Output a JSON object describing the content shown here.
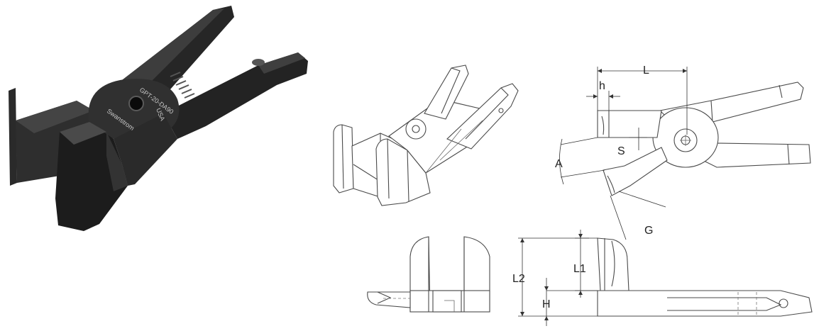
{
  "photo": {
    "engraving": {
      "model": "GPT-20-DA90",
      "brand": "Swanstrom",
      "origin": "USA"
    }
  },
  "dimensions": {
    "L": "L",
    "h": "h",
    "A": "A",
    "S": "S",
    "G": "G",
    "L1": "L1",
    "L2": "L2",
    "H": "H"
  },
  "colors": {
    "photo_metal_dark": "#1f1f1f",
    "photo_metal_mid": "#3a3a3a",
    "line_art": "#4a4a4a",
    "background": "#ffffff"
  }
}
